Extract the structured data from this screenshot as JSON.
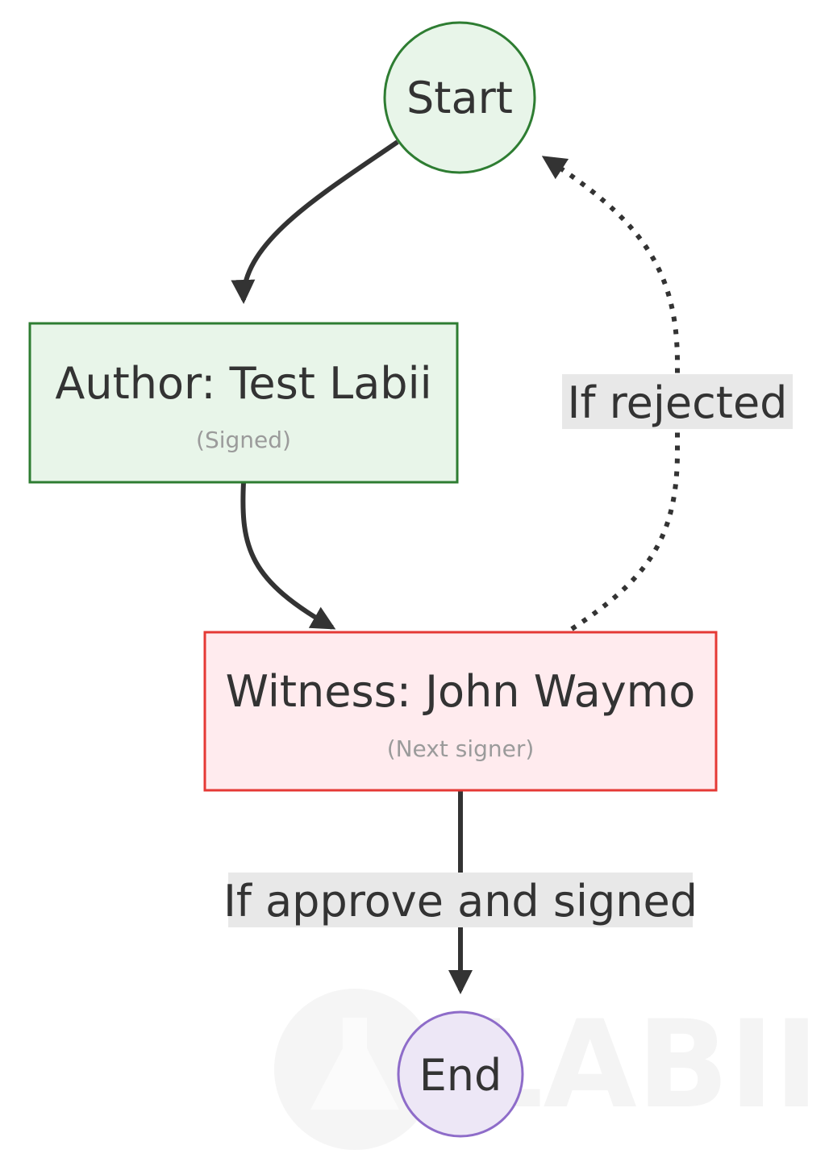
{
  "watermark": {
    "brand": "LABII"
  },
  "nodes": {
    "start": {
      "label": "Start",
      "fill": "#e8f5e9",
      "stroke": "#2e7d32"
    },
    "author": {
      "label": "Author: Test Labii",
      "sublabel": "(Signed)",
      "fill": "#e8f5e9",
      "stroke": "#2e7d32"
    },
    "witness": {
      "label": "Witness: John Waymo",
      "sublabel": "(Next signer)",
      "fill": "#ffebee",
      "stroke": "#e53935"
    },
    "end": {
      "label": "End",
      "fill": "#ede7f6",
      "stroke": "#8e6cc9"
    }
  },
  "edges": {
    "rejected": {
      "label": "If rejected",
      "style": "dotted"
    },
    "approved": {
      "label": "If approve and signed",
      "style": "solid"
    }
  },
  "colors": {
    "edge": "#333333",
    "edge_label_bg": "#e8e8e8",
    "sublabel": "#9b9b9b"
  }
}
